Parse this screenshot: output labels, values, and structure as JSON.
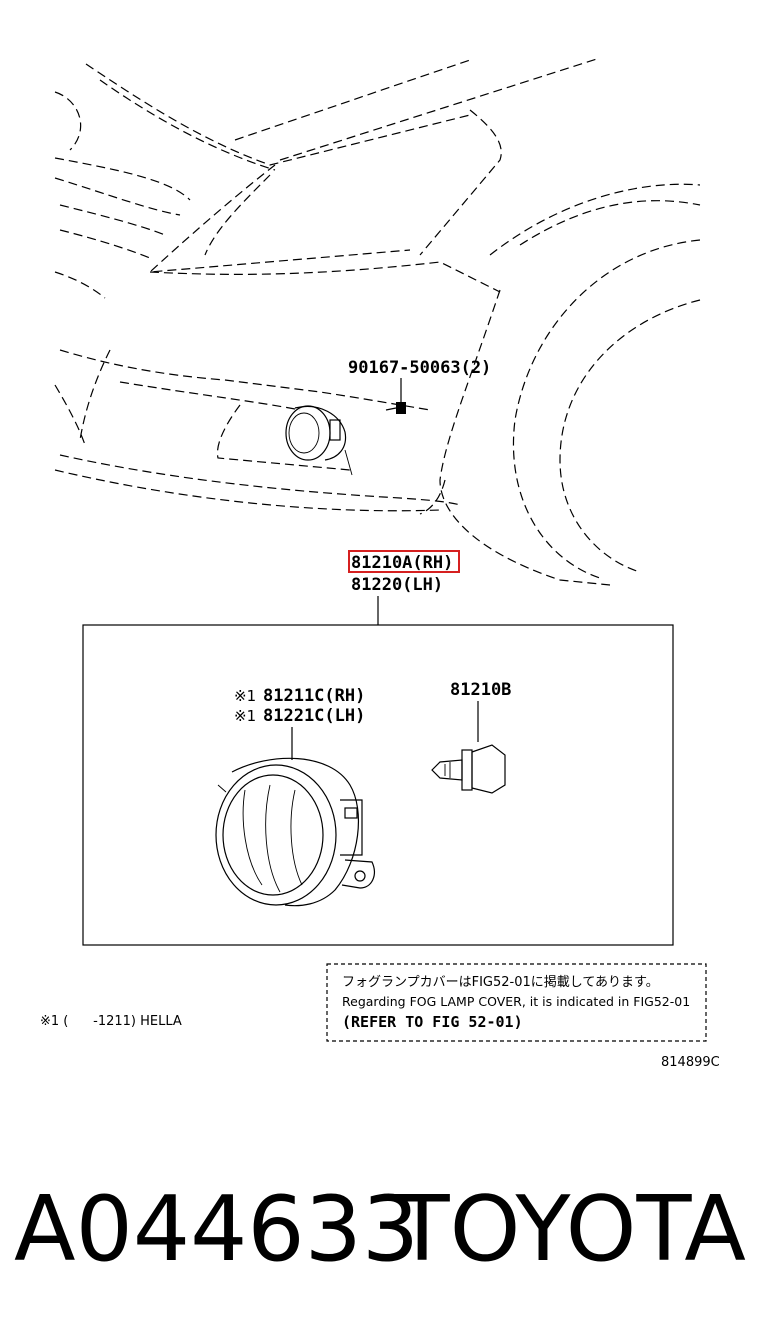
{
  "parts": {
    "bolt_label": "90167-50063(2)",
    "assembly_rh": "81210A(RH)",
    "assembly_lh": "81220(LH)",
    "housing_mark1": "※1",
    "housing_rh": "81211C(RH)",
    "housing_mark2": "※1",
    "housing_lh": "81221C(LH)",
    "bulb": "81210B"
  },
  "notes": {
    "japanese": "フォグランプカバーはFIG52-01に掲載してあります。",
    "english": "Regarding FOG LAMP COVER, it is indicated in FIG52-01",
    "refer": "(REFER TO FIG 52-01)",
    "footnote": "※1 (      -1211) HELLA",
    "drawing_number": "814899C"
  },
  "footer": {
    "code": "A044633",
    "brand": "TOYOTA"
  },
  "colors": {
    "highlight": "#d62020",
    "ink": "#000000"
  }
}
